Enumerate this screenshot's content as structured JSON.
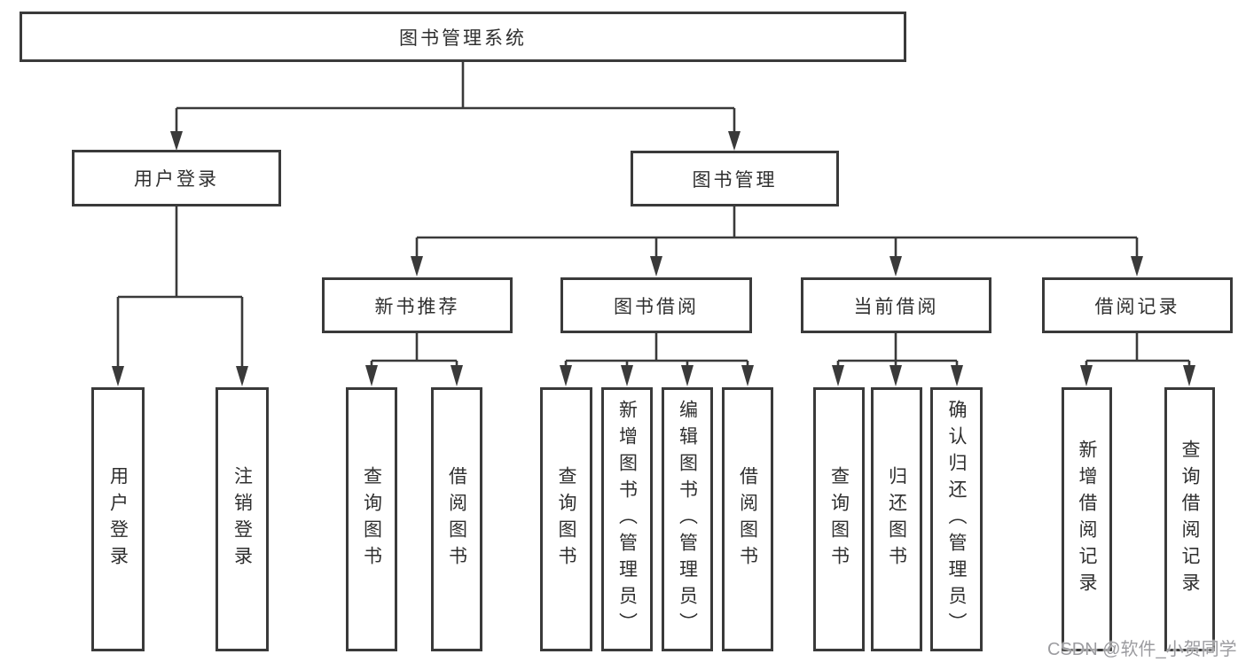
{
  "diagram": {
    "watermark": "CSDN @软件_小贺同学",
    "colors": {
      "line": "#3a3a3a",
      "box_border": "#3a3a3a",
      "text": "#2f2f2f",
      "watermark_text": "#9c9ca0",
      "background": "#ffffff"
    },
    "tree": {
      "label": "图书管理系统",
      "children": [
        {
          "label": "用户登录",
          "children": [
            {
              "label": "用户登录"
            },
            {
              "label": "注销登录"
            }
          ]
        },
        {
          "label": "图书管理",
          "children": [
            {
              "label": "新书推荐",
              "children": [
                {
                  "label": "查询图书"
                },
                {
                  "label": "借阅图书"
                }
              ]
            },
            {
              "label": "图书借阅",
              "children": [
                {
                  "label": "查询图书"
                },
                {
                  "label": "新增图书（管理员）"
                },
                {
                  "label": "编辑图书（管理员）"
                },
                {
                  "label": "借阅图书"
                }
              ]
            },
            {
              "label": "当前借阅",
              "children": [
                {
                  "label": "查询图书"
                },
                {
                  "label": "归还图书"
                },
                {
                  "label": "确认归还（管理员）"
                }
              ]
            },
            {
              "label": "借阅记录",
              "children": [
                {
                  "label": "新增借阅记录"
                },
                {
                  "label": "查询借阅记录"
                }
              ]
            }
          ]
        }
      ]
    }
  }
}
